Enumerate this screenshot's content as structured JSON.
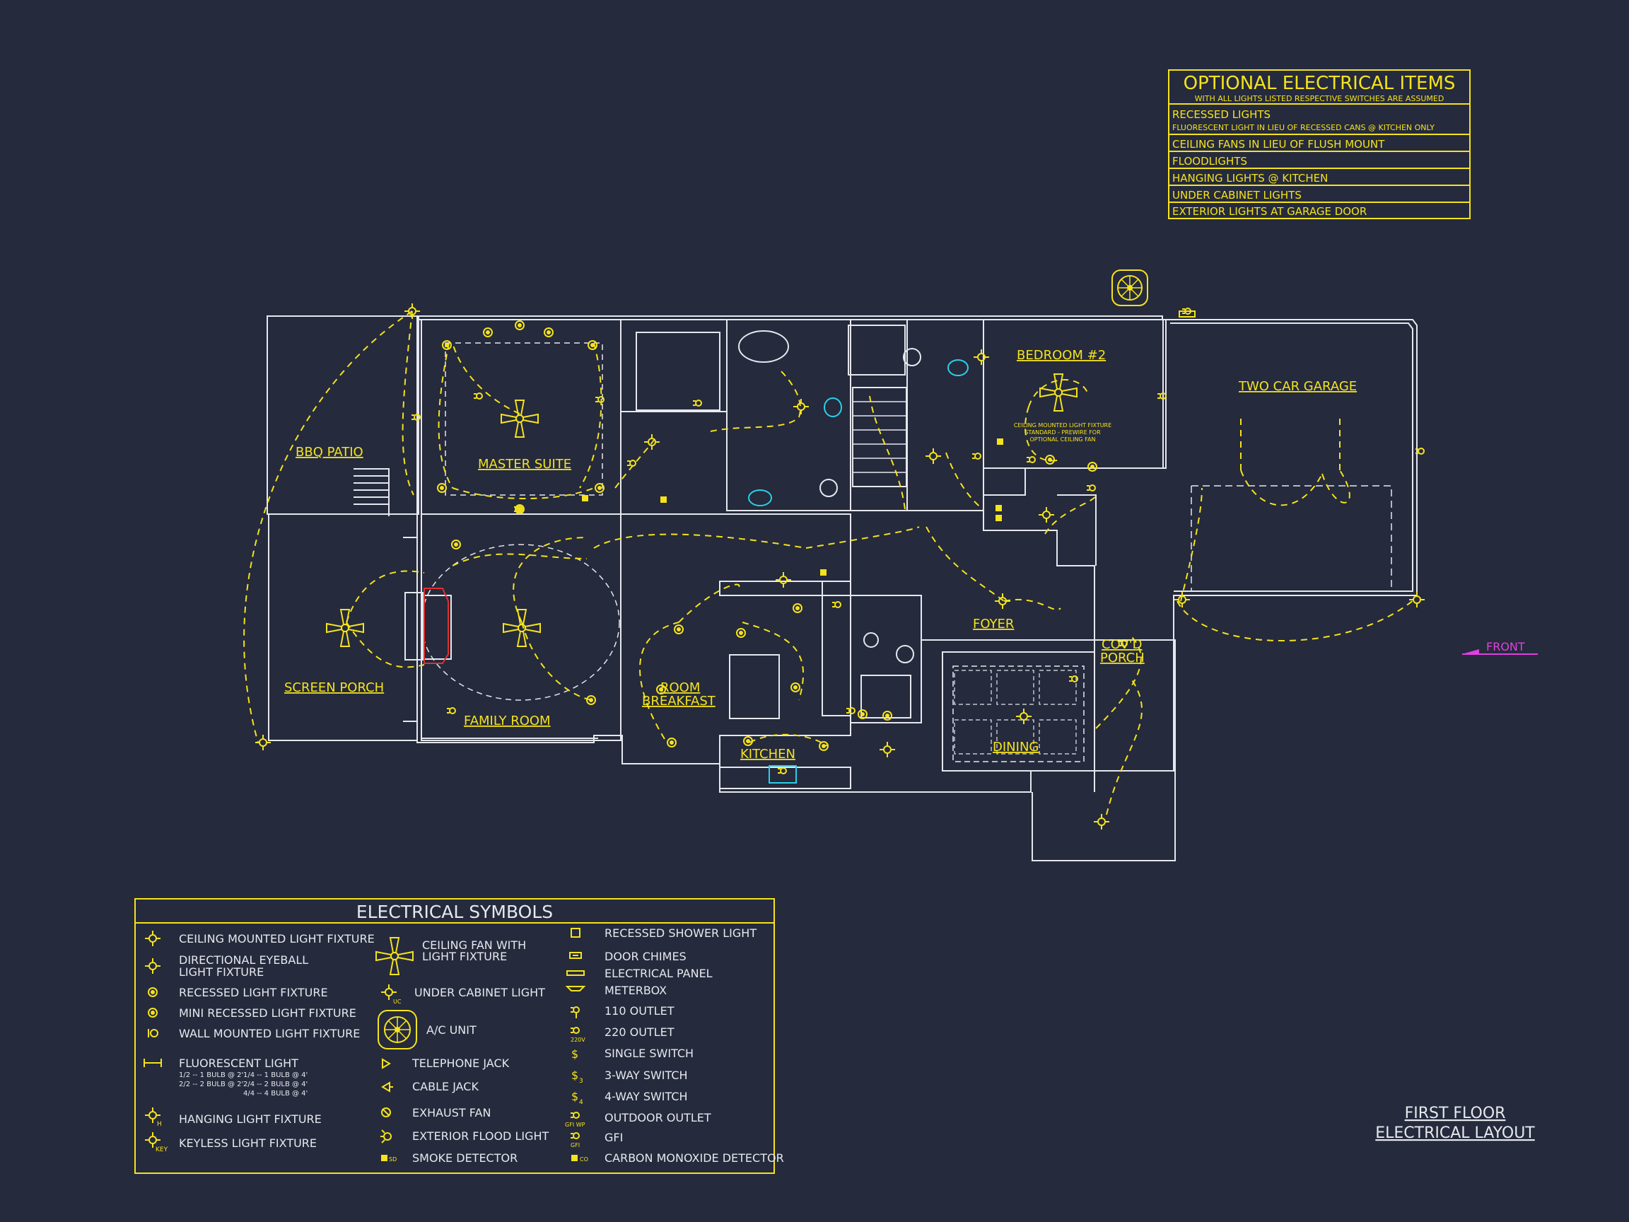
{
  "colors": {
    "background": "#252a3c",
    "walls": "#e6e8ee",
    "electrical": "#f5e31c",
    "plumbing": "#2ad0e8",
    "fireplace": "#e03030",
    "front_arrow": "#e040e0"
  },
  "optional_items": {
    "title": "OPTIONAL ELECTRICAL ITEMS",
    "subtitle": "WITH ALL LIGHTS LISTED RESPECTIVE SWITCHES ARE ASSUMED",
    "rows": [
      {
        "label": "RECESSED LIGHTS",
        "note": "FLUORESCENT LIGHT IN LIEU OF RECESSED CANS @ KITCHEN ONLY"
      },
      {
        "label": "CEILING FANS IN LIEU OF FLUSH MOUNT"
      },
      {
        "label": "FLOODLIGHTS"
      },
      {
        "label": "HANGING LIGHTS @ KITCHEN"
      },
      {
        "label": "UNDER CABINET LIGHTS"
      },
      {
        "label": "EXTERIOR LIGHTS AT GARAGE DOOR"
      }
    ]
  },
  "rooms": {
    "bbq_patio": "BBQ PATIO",
    "master_suite": "MASTER SUITE",
    "bedroom2": "BEDROOM #2",
    "two_car_garage": "TWO CAR GARAGE",
    "screen_porch": "SCREEN PORCH",
    "family_room": "FAMILY ROOM",
    "room": "ROOM",
    "breakfast": "BREAKFAST",
    "kitchen": "KITCHEN",
    "foyer": "FOYER",
    "dining": "DINING",
    "covd": "COV'D",
    "porch": "PORCH"
  },
  "notes": {
    "fan_note_1": "CEILING MOUNTED LIGHT FIXTURE",
    "fan_note_2": "STANDARD - PREWIRE FOR",
    "fan_note_3": "OPTIONAL CEILING FAN",
    "front": "FRONT"
  },
  "title_block": {
    "line1": "FIRST FLOOR",
    "line2": "ELECTRICAL LAYOUT"
  },
  "legend": {
    "title": "ELECTRICAL SYMBOLS",
    "col1": {
      "ceiling_light": "CEILING MOUNTED LIGHT FIXTURE",
      "eyeball_1": "DIRECTIONAL EYEBALL",
      "eyeball_2": "LIGHT FIXTURE",
      "recessed": "RECESSED LIGHT FIXTURE",
      "mini_recessed": "MINI RECESSED LIGHT FIXTURE",
      "wall_mounted": "WALL MOUNTED LIGHT FIXTURE",
      "fluorescent": "FLUORESCENT LIGHT",
      "fluor_a1": "1/2 -- 1 BULB @ 2'",
      "fluor_a2": "1/4 -- 1 BULB @ 4'",
      "fluor_b1": "2/2 -- 2 BULB @ 2'",
      "fluor_b2": "2/4 -- 2 BULB @ 4'",
      "fluor_c2": "4/4 -- 4 BULB @ 4'",
      "hanging": "HANGING LIGHT FIXTURE",
      "keyless": "KEYLESS LIGHT FIXTURE"
    },
    "col2": {
      "fan_1": "CEILING FAN WITH",
      "fan_2": "LIGHT FIXTURE",
      "under_cabinet": "UNDER CABINET LIGHT",
      "ac_unit": "A/C UNIT",
      "telephone": "TELEPHONE JACK",
      "cable": "CABLE JACK",
      "exhaust": "EXHAUST FAN",
      "flood": "EXTERIOR FLOOD LIGHT",
      "smoke": "SMOKE DETECTOR"
    },
    "col3": {
      "shower": "RECESSED SHOWER LIGHT",
      "chimes": "DOOR CHIMES",
      "panel": "ELECTRICAL PANEL",
      "meter": "METERBOX",
      "outlet110": "110 OUTLET",
      "outlet220": "220 OUTLET",
      "single": "SINGLE SWITCH",
      "three_way": "3-WAY SWITCH",
      "four_way": "4-WAY SWITCH",
      "outdoor": "OUTDOOR OUTLET",
      "gfi": "GFI",
      "co": "CARBON MONOXIDE DETECTOR"
    },
    "sym": {
      "uc": "UC",
      "h": "H",
      "key": "KEY",
      "v220": "220V",
      "gfi_wp": "GFI WP",
      "gfi": "GFI",
      "sd": "SD",
      "co": "CO",
      "dollar": "$",
      "s3": "3",
      "s4": "4"
    }
  }
}
